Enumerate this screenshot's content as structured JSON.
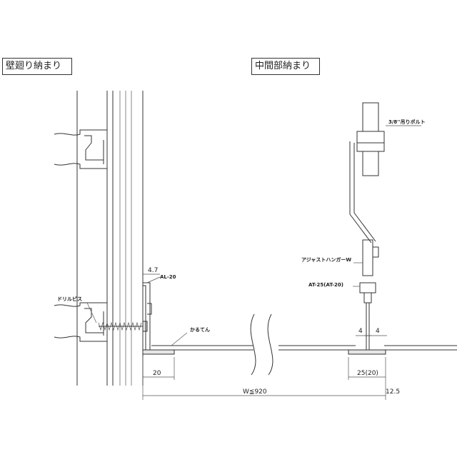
{
  "sections": {
    "wall_edge": "壁廻り納まり",
    "middle": "中間部納まり"
  },
  "labels": {
    "hanger_bolt": "3/8''吊りボルト",
    "adjust_hanger": "アジャストハンガーW",
    "at_bar": "AT-25(AT-20)",
    "al_bar": "AL-20",
    "drill_screw": "ドリルビス",
    "caulking": "かるてん"
  },
  "dimensions": {
    "al_offset": "4.7",
    "wall_gap": "20",
    "at_left": "4",
    "at_right": "4",
    "at_width": "25(20)",
    "span": "W≦920",
    "end_offset": "12.5"
  }
}
